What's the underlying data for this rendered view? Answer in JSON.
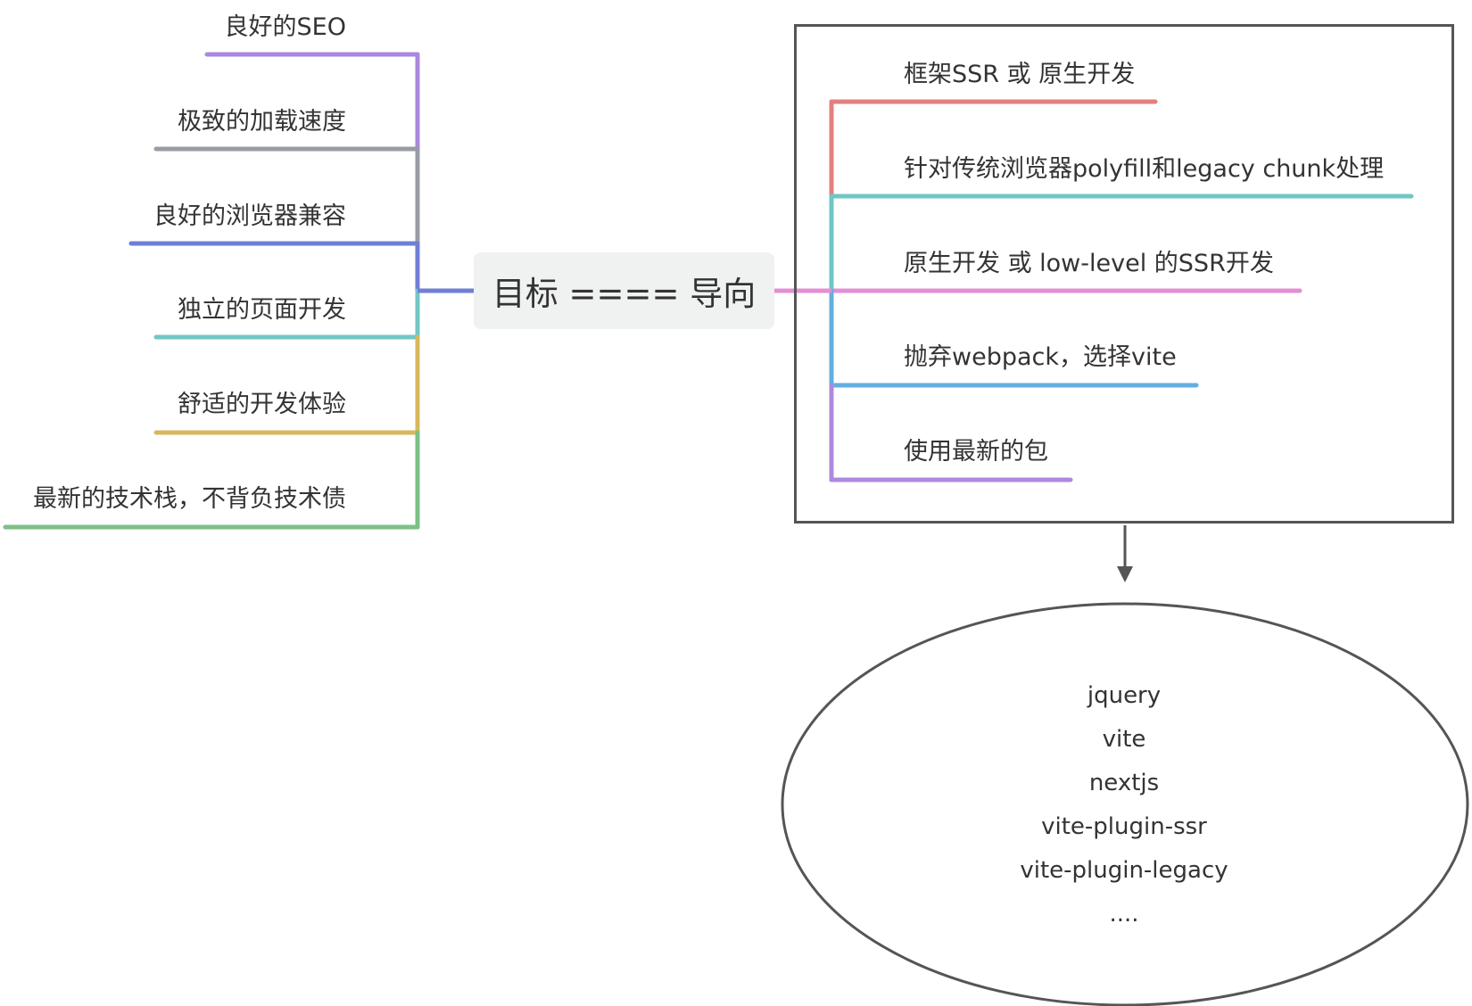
{
  "center": {
    "label": "目标 ==== 导向"
  },
  "left_branches": [
    {
      "label": "良好的SEO",
      "color": "#a988df"
    },
    {
      "label": "极致的加载速度",
      "color": "#999ca5"
    },
    {
      "label": "良好的浏览器兼容",
      "color": "#6f7fd6"
    },
    {
      "label": "独立的页面开发",
      "color": "#73c6c7"
    },
    {
      "label": "舒适的开发体验",
      "color": "#d9b75e"
    },
    {
      "label": "最新的技术栈，不背负技术债",
      "color": "#7ac187"
    }
  ],
  "right_branches": [
    {
      "label": "框架SSR 或 原生开发",
      "color": "#e3807e"
    },
    {
      "label": "针对传统浏览器polyfill和legacy chunk处理",
      "color": "#6ec7c6"
    },
    {
      "label": "原生开发 或 low-level 的SSR开发",
      "color": "#e38fd4"
    },
    {
      "label": "抛弃webpack，选择vite",
      "color": "#64aee0"
    },
    {
      "label": "使用最新的包",
      "color": "#ad89de"
    }
  ],
  "ellipse_items": [
    "jquery",
    "vite",
    "nextjs",
    "vite-plugin-ssr",
    "vite-plugin-legacy",
    "...."
  ],
  "connector_color": "#e38fd4",
  "center_link_color": "#6f7fd6",
  "arrow_color": "#555555"
}
